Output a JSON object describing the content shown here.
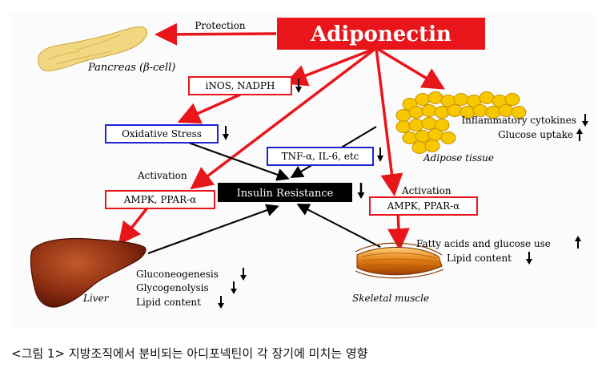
{
  "center": {
    "label": "Adiponectin"
  },
  "pancreas": {
    "label": "Pancreas (β-cell)",
    "arrow_label": "Protection"
  },
  "boxes": {
    "inos": "iNOS, NADPH",
    "oxidative": "Oxidative Stress",
    "tnf": "TNF-α, IL-6, etc",
    "ampk_left": "AMPK, PPAR-α",
    "ampk_right": "AMPK, PPAR-α",
    "insulin": "Insulin Resistance"
  },
  "activation": {
    "left": "Activation",
    "right": "Activation"
  },
  "adipose": {
    "label": "Adipose tissue",
    "effects": [
      "Inflammatory cytokines",
      "Glucose uptake"
    ]
  },
  "liver": {
    "label": "Liver",
    "effects": [
      "Gluconeogenesis",
      "Glycogenolysis",
      "Lipid content"
    ]
  },
  "muscle": {
    "label": "Skeletal muscle",
    "effects": [
      "Fatty acids and glucose use",
      "Lipid content"
    ]
  },
  "caption": "<그림 1> 지방조직에서 분비되는 아디포넥틴이 각 장기에 미치는 영향",
  "colors": {
    "red": "#e8161b",
    "blue": "#1d24d6",
    "black": "#000000"
  }
}
